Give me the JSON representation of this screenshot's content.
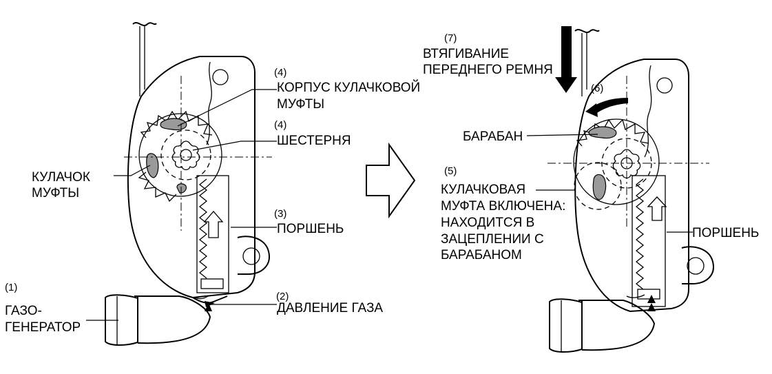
{
  "left": {
    "gas_generator": {
      "num": "(1)",
      "line1": "ГАЗО-",
      "line2": "ГЕНЕРАТОР"
    },
    "gas_pressure": {
      "num": "(2)",
      "text": "ДАВЛЕНИЕ ГАЗА"
    },
    "piston": {
      "num": "(3)",
      "text": "ПОРШЕНЬ"
    },
    "clutch_housing": {
      "num": "(4)",
      "line1": "КОРПУС КУЛАЧКОВОЙ",
      "line2": "МУФТЫ"
    },
    "gear": {
      "num": "(4)",
      "text": "ШЕСТЕРНЯ"
    },
    "clutch_cam": {
      "line1": "КУЛАЧОК",
      "line2": "МУФТЫ"
    }
  },
  "right": {
    "belt_retraction": {
      "num": "(7)",
      "line1": "ВТЯГИВАНИЕ",
      "line2": "ПЕРЕДНЕГО РЕМНЯ"
    },
    "rotation": {
      "num": "(6)"
    },
    "drum": {
      "text": "БАРАБАН"
    },
    "clutch_engaged": {
      "num": "(5)",
      "line1": "КУЛАЧКОВАЯ",
      "line2": "МУФТА ВКЛЮЧЕНА:",
      "line3": "НАХОДИТСЯ В",
      "line4": "ЗАЦЕПЛЕНИИ С",
      "line5": "БАРАБАНОМ"
    },
    "piston": {
      "text": "ПОРШЕНЬ"
    }
  }
}
